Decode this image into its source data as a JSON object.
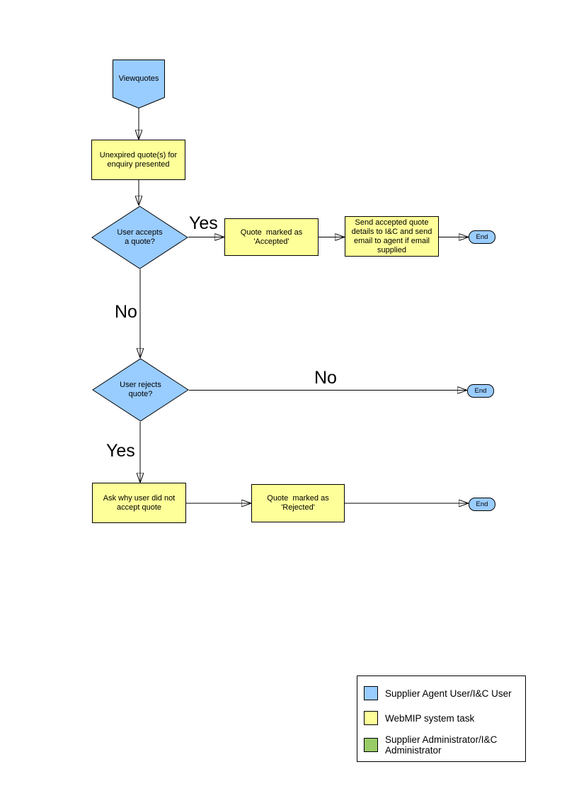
{
  "page": {
    "background": "#FFFFFF"
  },
  "colors": {
    "user_shape": "#99CCFF",
    "system_task_shape": "#FFFF99",
    "admin_shape": "#99CC66",
    "shape_border": "#000000",
    "connector": "#000000"
  },
  "flowchart": {
    "nodes": {
      "view_quotes": "Viewquotes",
      "unexpired_quotes": "Unexpired quote(s) for\nenquiry presented",
      "user_accepts": "User accepts\na quote?",
      "quote_accepted": "Quote  marked as\n'Accepted'",
      "send_details": "Send accepted quote\ndetails to I&C and send\nemail to agent if email\nsupplied",
      "user_rejects": "User rejects\nquote?",
      "ask_why": "Ask why user did not\naccept quote",
      "quote_rejected": "Quote  marked as\n'Rejected'",
      "end": "End"
    },
    "edge_labels": {
      "accepts_yes": "Yes",
      "accepts_no": "No",
      "rejects_no": "No",
      "rejects_yes": "Yes"
    }
  },
  "legend": {
    "items": [
      {
        "swatch": "#99CCFF",
        "label": "Supplier Agent User/I&C User"
      },
      {
        "swatch": "#FFFF99",
        "label": "WebMIP system task"
      },
      {
        "swatch": "#99CC66",
        "label": "Supplier Administrator/I&C\nAdministrator"
      }
    ]
  }
}
